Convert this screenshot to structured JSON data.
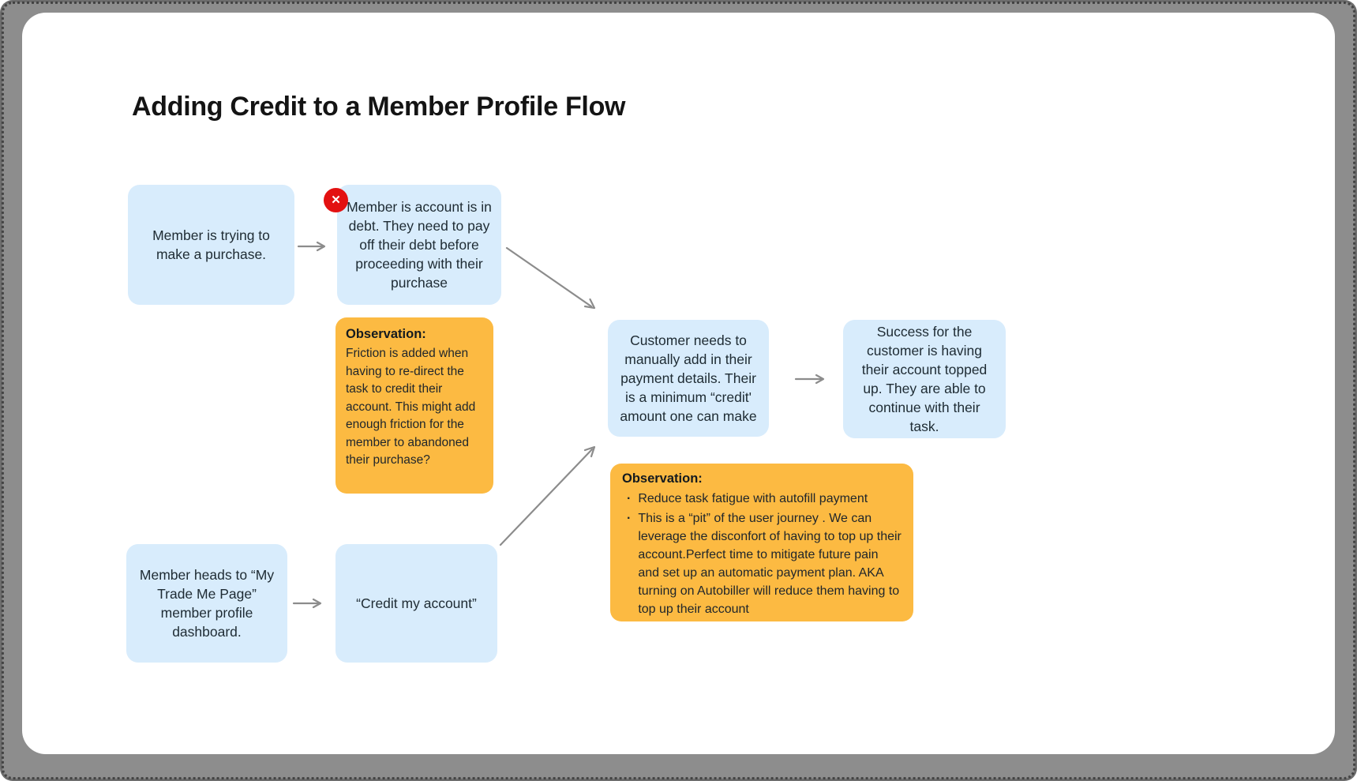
{
  "board": {
    "title": "Adding Credit to a Member Profile Flow"
  },
  "colors": {
    "node_fill": "#D8ECFC",
    "note_fill": "#FCBA42",
    "badge_red": "#E31111",
    "arrow_gray": "#8C8C8C",
    "frame_gray": "#8D8D8D",
    "canvas_white": "#FFFFFF",
    "text_dark": "#1E2B33"
  },
  "badge": {
    "icon": "cross-icon",
    "glyph": "✕"
  },
  "nodes": [
    {
      "text": "Member is trying to make a purchase."
    },
    {
      "text": "Member is account is in debt. They need to pay off their debt before proceeding with their purchase"
    },
    {
      "text": "Customer needs to manually add in their payment details. Their is a minimum “credit' amount one can make"
    },
    {
      "text": "Success for the customer is having their account topped up. They are able to continue with their task."
    },
    {
      "text": "Member heads to “My Trade Me Page” member profile dashboard."
    },
    {
      "text": "“Credit my account”"
    }
  ],
  "notes": [
    {
      "title": "Observation:",
      "body": "Friction is added when having to re-direct the task to credit their account. This might add enough friction for the member to abandoned their purchase?"
    },
    {
      "title": "Observation:",
      "bullet_char": "·",
      "bullets": [
        "Reduce task fatigue with autofill payment",
        "This is a “pit” of the user journey . We can leverage the disconfort of having to top up their account.Perfect time to mitigate future pain and set up an automatic payment plan. AKA turning on Autobiller will reduce them having to top up their account"
      ]
    }
  ]
}
